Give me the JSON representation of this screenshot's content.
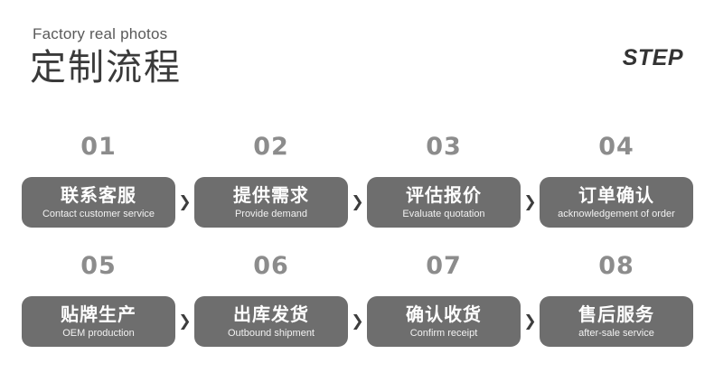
{
  "header": {
    "eyebrow": "Factory real photos",
    "title": "定制流程",
    "step_label": "STEP"
  },
  "arrow_glyph": "❯",
  "colors": {
    "box_fill": "#6e6e6e",
    "number": "#8c8c8c",
    "title": "#3a3a3a",
    "eyebrow": "#5a5a5a",
    "arrow": "#3d3d3d",
    "background": "#ffffff"
  },
  "rows": [
    {
      "steps": [
        {
          "number": "01",
          "title_cn": "联系客服",
          "title_en": "Contact customer service"
        },
        {
          "number": "02",
          "title_cn": "提供需求",
          "title_en": "Provide demand"
        },
        {
          "number": "03",
          "title_cn": "评估报价",
          "title_en": "Evaluate quotation"
        },
        {
          "number": "04",
          "title_cn": "订单确认",
          "title_en": "acknowledgement of order"
        }
      ]
    },
    {
      "steps": [
        {
          "number": "05",
          "title_cn": "贴牌生产",
          "title_en": "OEM production"
        },
        {
          "number": "06",
          "title_cn": "出库发货",
          "title_en": "Outbound shipment"
        },
        {
          "number": "07",
          "title_cn": "确认收货",
          "title_en": "Confirm receipt"
        },
        {
          "number": "08",
          "title_cn": "售后服务",
          "title_en": "after-sale service"
        }
      ]
    }
  ]
}
